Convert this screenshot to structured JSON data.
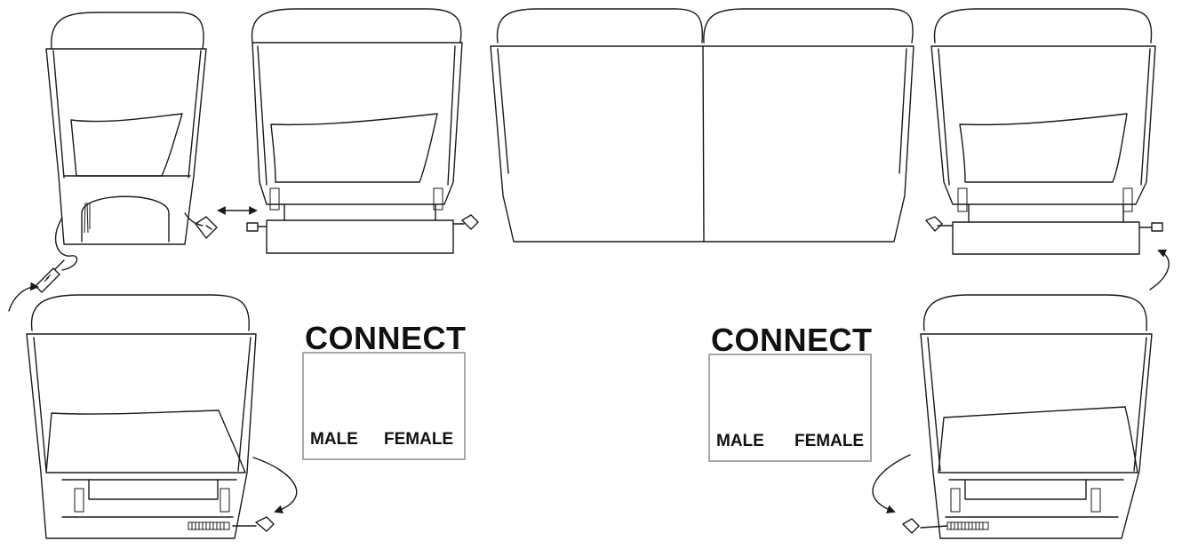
{
  "connect_left": {
    "title": "CONNECT",
    "male_label": "MALE",
    "female_label": "FEMALE"
  },
  "connect_right": {
    "title": "CONNECT",
    "male_label": "MALE",
    "female_label": "FEMALE"
  },
  "colors": {
    "line": "#1a1a1a",
    "box_border": "#a8a8a8",
    "background": "#ffffff"
  }
}
